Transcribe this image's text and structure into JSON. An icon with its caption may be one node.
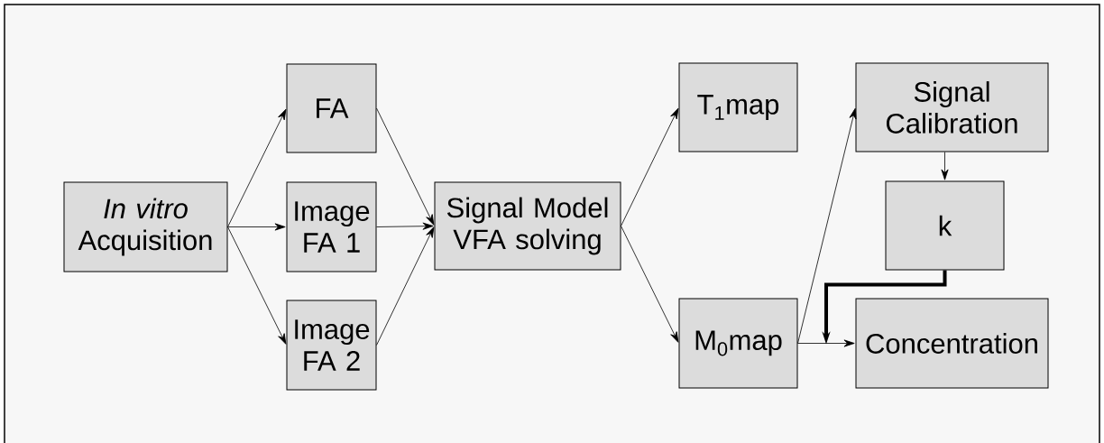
{
  "diagram": {
    "nodes": [
      {
        "text": [
          "*In vitro* Acquisition"
        ]
      },
      {
        "text": [
          "FA"
        ]
      },
      {
        "text": [
          "Image FA 1"
        ]
      },
      {
        "text": [
          "Image FA 2"
        ]
      },
      {
        "text": [
          "Signal Model VFA solving"
        ]
      },
      {
        "text": [
          "T$_{1}$map"
        ]
      },
      {
        "text": [
          "M$_{0}$map"
        ]
      },
      {
        "text": [
          "Signal Calibration"
        ]
      },
      {
        "text": [
          "k"
        ]
      },
      {
        "text": [
          "Concentration"
        ]
      }
    ],
    "edges": [
      {
        "from": 0,
        "to": 1,
        "arrow": "to"
      },
      {
        "from": 0,
        "to": 2,
        "arrow": "to"
      },
      {
        "from": 0,
        "to": 3,
        "arrow": "to"
      },
      {
        "from": 1,
        "to": 4,
        "arrow": "to"
      },
      {
        "from": 2,
        "to": 4,
        "arrow": "to"
      },
      {
        "from": 3,
        "to": 4,
        "arrow": "to"
      },
      {
        "from": 4,
        "to": 5,
        "arrow": "to"
      },
      {
        "from": 4,
        "to": 6,
        "arrow": "to"
      },
      {
        "from": 6,
        "to": 7,
        "arrow": "to"
      },
      {
        "from": 7,
        "to": 8,
        "arrow": "to"
      },
      {
        "from": 6,
        "to": 9,
        "arrow": "to"
      },
      {
        "from": 8,
        "to": 9,
        "arrow": "to",
        "style": "thick"
      }
    ]
  }
}
